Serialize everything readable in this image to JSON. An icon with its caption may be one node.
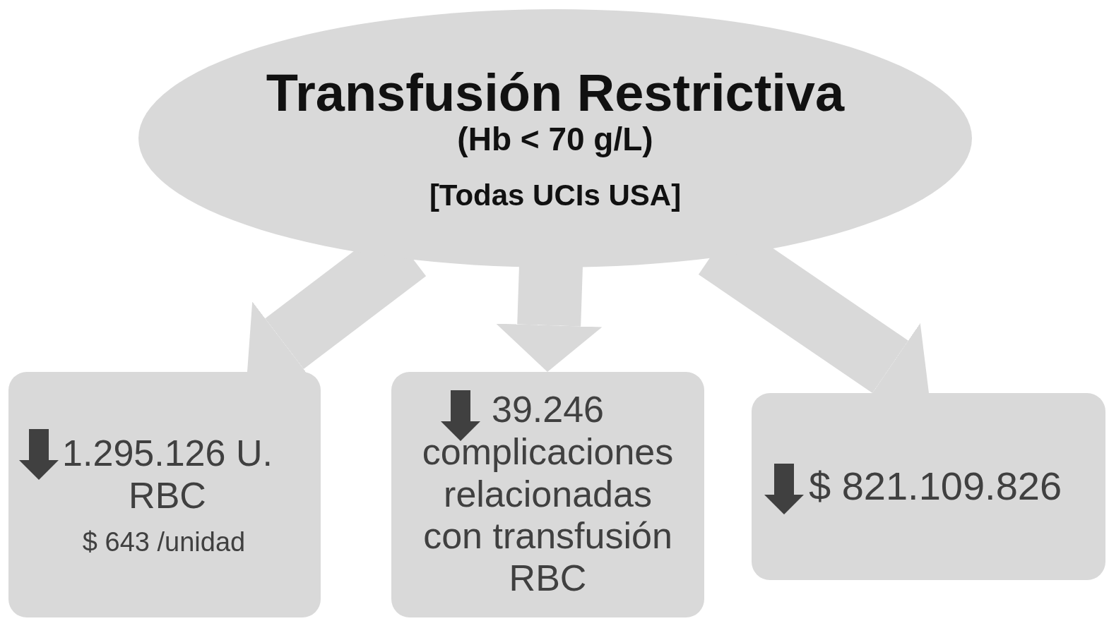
{
  "diagram": {
    "nodes": [
      {
        "text": [
          "Transfusión Restrictiva",
          "(Hb < 70 g/L)",
          "[Todas UCIs USA]"
        ]
      },
      {
        "text": [
          "1.295.126 U. RBC",
          "$ 643 /unidad"
        ]
      },
      {
        "text": [
          "39.246 complicaciones relacionadas con transfusión RBC"
        ]
      },
      {
        "text": [
          "$ 821.109.826"
        ]
      }
    ],
    "edges": [
      {
        "from": 0,
        "to": 1,
        "arrow": "to"
      },
      {
        "from": 0,
        "to": 2,
        "arrow": "to"
      },
      {
        "from": 0,
        "to": 3,
        "arrow": "to"
      }
    ]
  }
}
